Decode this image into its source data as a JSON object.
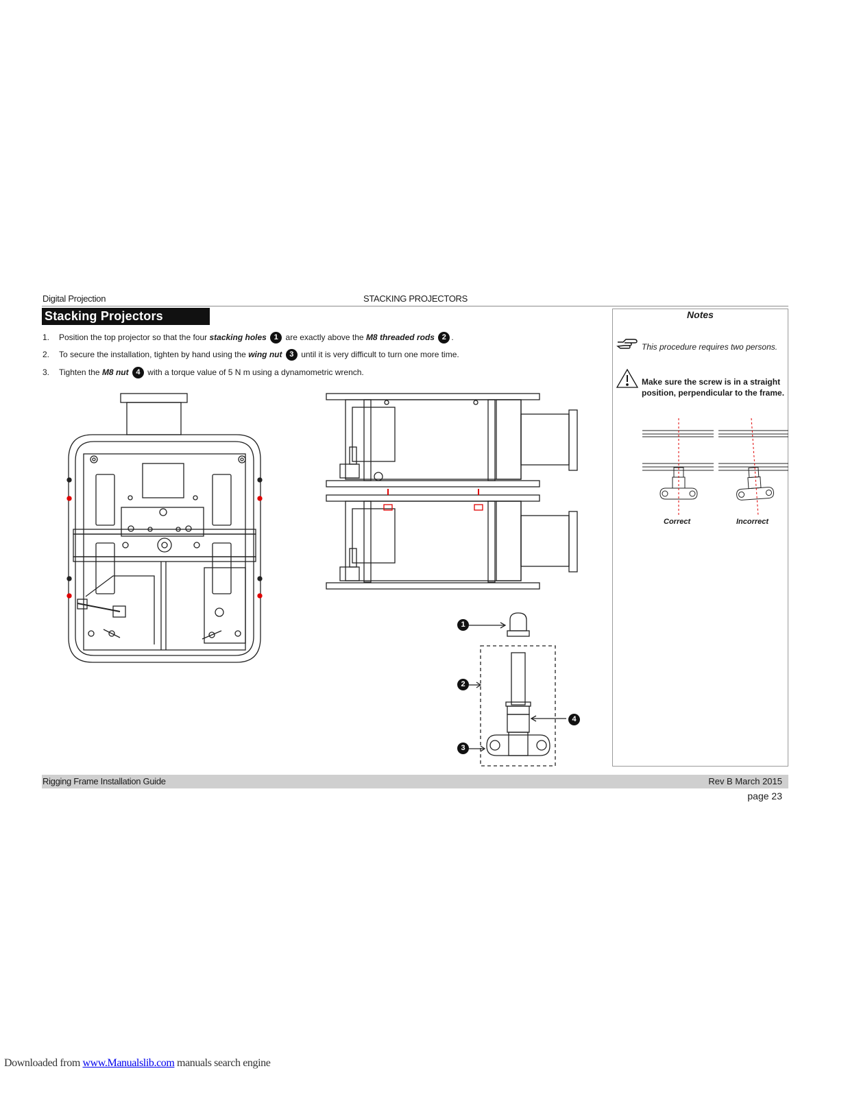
{
  "header": {
    "left": "Digital Projection",
    "center": "STACKING PROJECTORS"
  },
  "section_title": "Stacking Projectors",
  "steps": [
    {
      "num": "1.",
      "t1": "Position the top projector so that the four ",
      "b1": "stacking holes",
      "c1": "1",
      "t2": " are exactly above the ",
      "b2": "M8 threaded rods",
      "c2": "2",
      "t3": "."
    },
    {
      "num": "2.",
      "t1": "To secure the installation, tighten by hand using the ",
      "b1": "wing nut",
      "c1": "3",
      "t2": " until it is very difficult to turn one more time."
    },
    {
      "num": "3.",
      "t1": "Tighten the ",
      "b1": "M8 nut",
      "c1": "4",
      "t2": " with a torque value of 5 N m using a dynamometric wrench."
    }
  ],
  "notes": {
    "title": "Notes",
    "note1": "This procedure requires two persons.",
    "warning": "Make sure the screw is in a straight position, perpendicular to the frame.",
    "correct_label": "Correct",
    "incorrect_label": "Incorrect"
  },
  "callouts": [
    "1",
    "2",
    "3",
    "4"
  ],
  "footer": {
    "left": "Rigging Frame Installation Guide",
    "right": "Rev B March 2015",
    "page": "page 23"
  },
  "download": {
    "prefix": "Downloaded from ",
    "link": "www.Manualslib.com",
    "suffix": " manuals search engine"
  },
  "colors": {
    "title_bar": "#111111",
    "footer_bar": "#cfcfcf",
    "highlight": "#e00000"
  },
  "icons": [
    "pointing-hand-icon",
    "warning-triangle-icon"
  ]
}
